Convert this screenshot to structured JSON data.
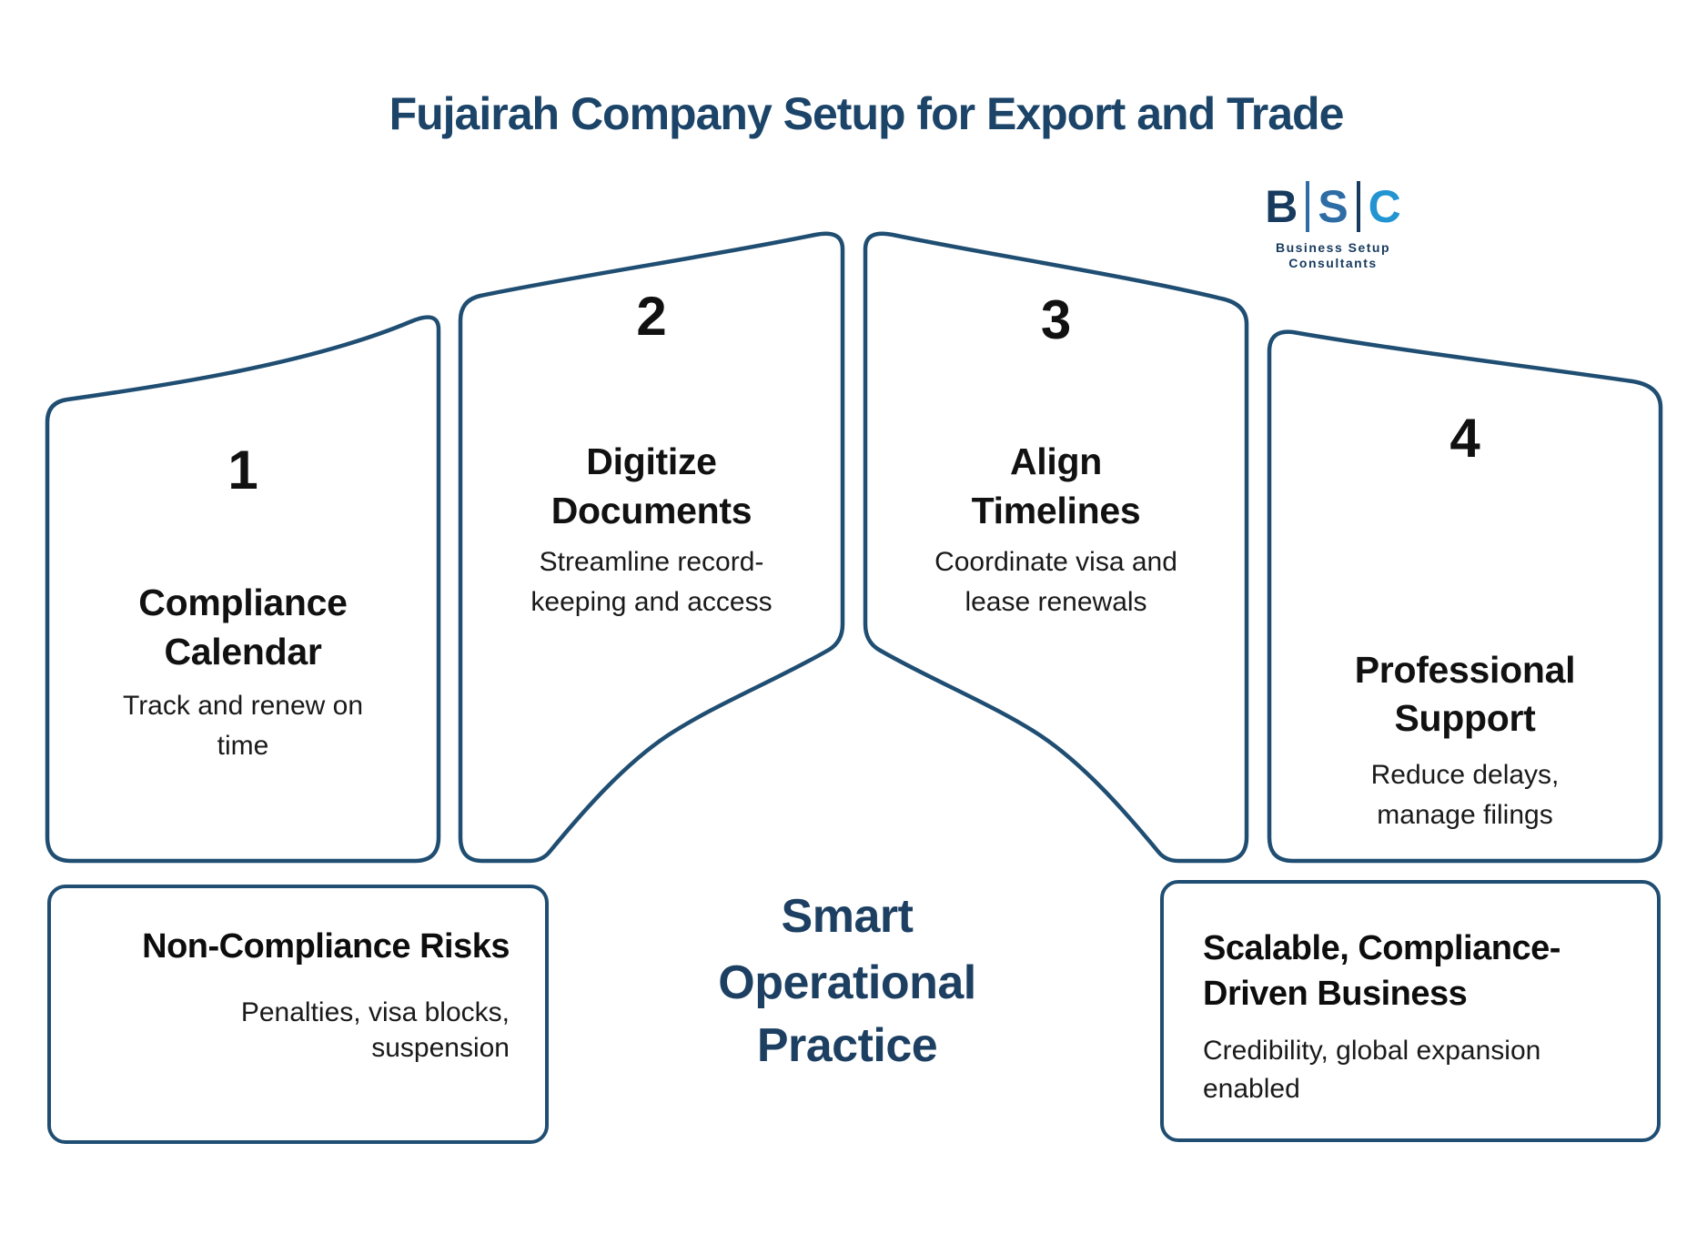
{
  "title": "Fujairah Company Setup for Export and Trade",
  "logo": {
    "letters": [
      "B",
      "S",
      "C"
    ],
    "tagline_line1": "Business Setup",
    "tagline_line2": "Consultants"
  },
  "steps": [
    {
      "num": "1",
      "title1": "Compliance",
      "title2": "Calendar",
      "desc1": "Track and renew on",
      "desc2": "time"
    },
    {
      "num": "2",
      "title1": "Digitize",
      "title2": "Documents",
      "desc1": "Streamline record-",
      "desc2": "keeping and access"
    },
    {
      "num": "3",
      "title1": "Align",
      "title2": "Timelines",
      "desc1": "Coordinate visa and",
      "desc2": "lease renewals"
    },
    {
      "num": "4",
      "title1": "Professional",
      "title2": "Support",
      "desc1": "Reduce delays,",
      "desc2": "manage filings"
    }
  ],
  "center": {
    "line1": "Smart",
    "line2": "Operational",
    "line3": "Practice"
  },
  "risk_box": {
    "title": "Non-Compliance Risks",
    "desc1": "Penalties, visa blocks,",
    "desc2": "suspension"
  },
  "benefit_box": {
    "title1": "Scalable, Compliance-",
    "title2": "Driven Business",
    "desc1": "Credibility, global expansion",
    "desc2": "enabled"
  },
  "colors": {
    "outline_navy": "#1f4e72",
    "title_navy": "#1b4468",
    "center_text_navy": "#1d4062",
    "logo_navy": "#173a5e",
    "logo_mid_blue": "#2e6ca6",
    "logo_light_blue": "#2394d2",
    "step_text_black": "#111111",
    "background": "#ffffff"
  }
}
